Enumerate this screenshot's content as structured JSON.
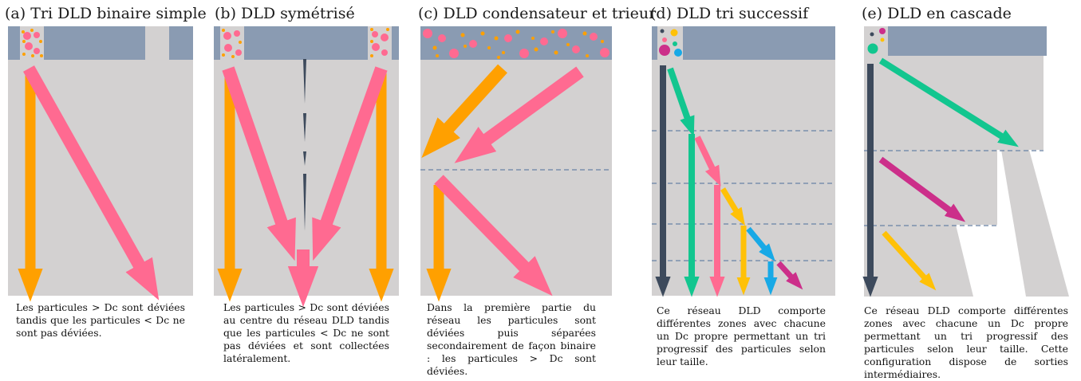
{
  "colors": {
    "panel_gray": "#d3d1d1",
    "header_blue": "#8a9bb2",
    "orange": "#ffa000",
    "pink": "#ff6a91",
    "green": "#12c68f",
    "yellow": "#ffc107",
    "blue": "#18a9e6",
    "magenta": "#cc2f8a",
    "navy": "#3d4a5c",
    "divider": "#7b90ae"
  },
  "panels": [
    {
      "title": "(a) Tri DLD binaire simple",
      "desc": "Les particules > Dc sont déviées tandis que les particules < Dc ne sont pas déviées."
    },
    {
      "title": "(b) DLD symétrisé",
      "desc": "Les particules > Dc sont déviées au centre du réseau DLD tandis que les particules < Dc ne sont pas déviées et sont collectées latéralement."
    },
    {
      "title": "(c) DLD condensateur et trieur",
      "desc": "Dans la première partie du réseau les particules sont déviées puis séparées secondairement de façon binaire : les particules > Dc sont déviées."
    },
    {
      "title": "(d) DLD tri successif",
      "desc": "Ce réseau DLD comporte différentes zones avec chacune un Dc propre permettant un tri progressif des particules selon leur taille."
    },
    {
      "title": "(e) DLD en cascade",
      "desc": "Ce réseau DLD comporte différentes zones avec chacune un Dc propre permettant un tri progressif des particules selon leur taille. Cette configuration dispose de sorties intermédiaires."
    }
  ]
}
